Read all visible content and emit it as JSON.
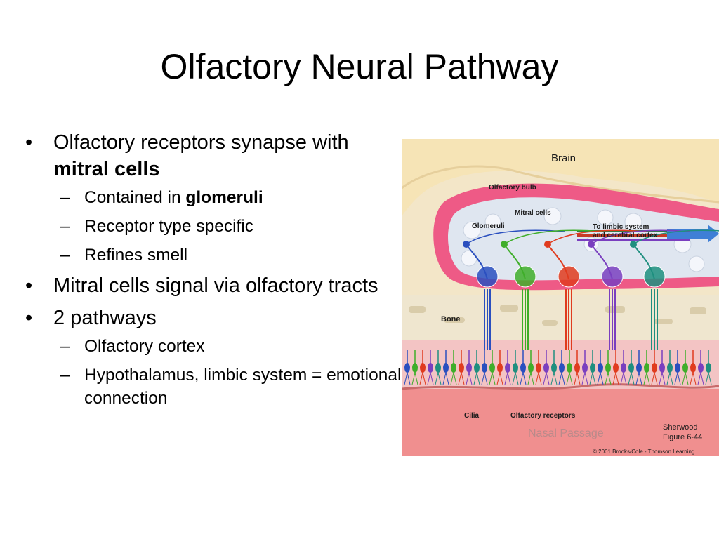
{
  "title": "Olfactory Neural Pathway",
  "bullets": [
    {
      "pre": "Olfactory receptors synapse with ",
      "bold": "mitral cells",
      "post": "",
      "subs": [
        {
          "pre": "Contained in ",
          "bold": "glomeruli",
          "post": ""
        },
        {
          "pre": "Receptor type specific",
          "bold": "",
          "post": ""
        },
        {
          "pre": "Refines smell",
          "bold": "",
          "post": ""
        }
      ]
    },
    {
      "pre": "Mitral cells signal via olfactory tracts",
      "bold": "",
      "post": "",
      "subs": []
    },
    {
      "pre": "2 pathways",
      "bold": "",
      "post": "",
      "subs": [
        {
          "pre": "Olfactory cortex",
          "bold": "",
          "post": ""
        },
        {
          "pre": "Hypothalamus, limbic system = emotional connection",
          "bold": "",
          "post": ""
        }
      ]
    }
  ],
  "figure": {
    "brain": "Brain",
    "bulb": "Olfactory bulb",
    "mitral": "Mitral cells",
    "glomeruli": "Glomeruli",
    "limbic_1": "To limbic system",
    "limbic_2": "and cerebral cortex",
    "bone": "Bone",
    "cilia": "Cilia",
    "receptors": "Olfactory receptors",
    "nasal": "Nasal Passage",
    "credit_1": "Sherwood",
    "credit_2": "Figure 6-44",
    "copyright": "© 2001 Brooks/Cole - Thomson Learning",
    "neuron_colors": [
      "#2a4fbf",
      "#3fae2a",
      "#e03b1e",
      "#7a3fbf",
      "#1f8f7f"
    ]
  }
}
